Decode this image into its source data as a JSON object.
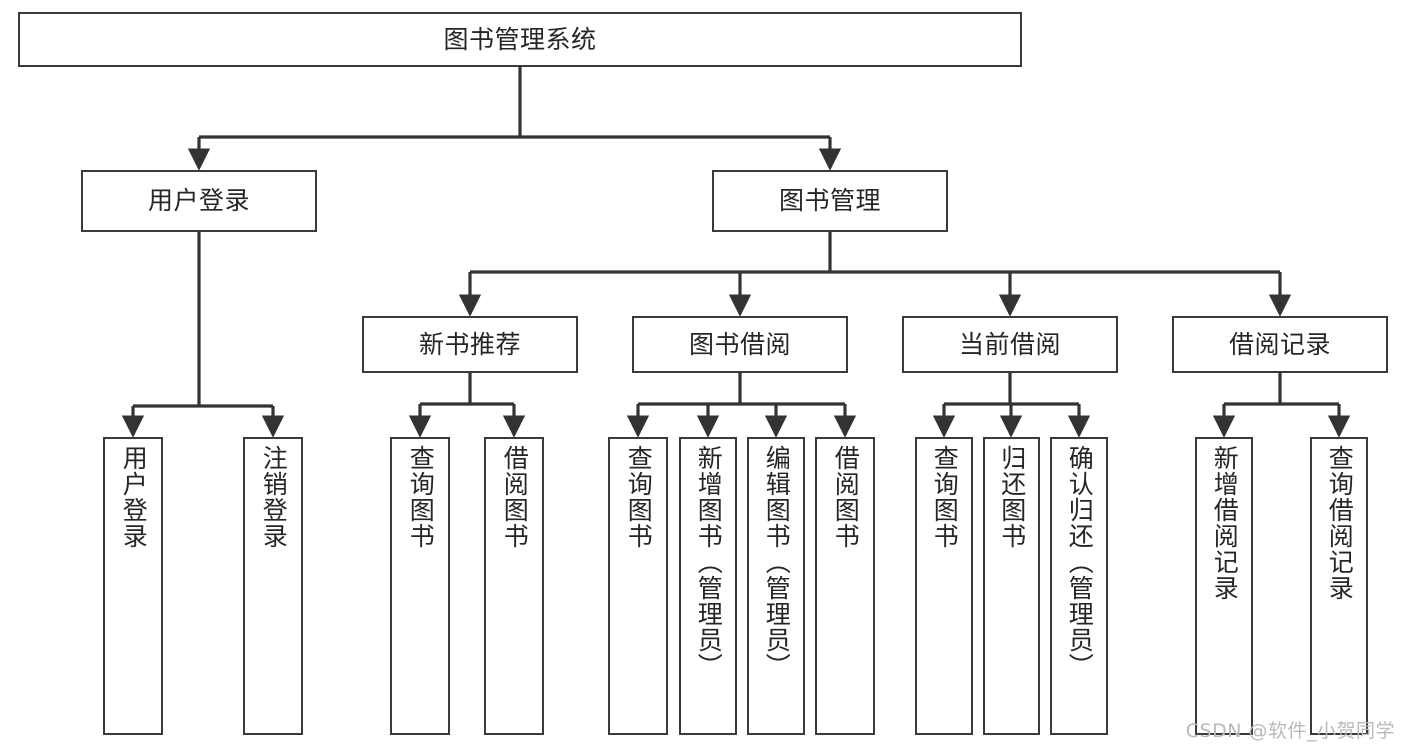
{
  "diagram": {
    "title": "图书管理系统",
    "type": "tree-hierarchy-functional-structure",
    "orientation": "top-down",
    "colors": {
      "box_border": "#3a3a3a",
      "box_fill": "#ffffff",
      "text": "#262626",
      "connector": "#333333",
      "watermark": "#b9b9b9",
      "background": "#ffffff"
    },
    "levels": [
      {
        "level": 1,
        "nodes": [
          {
            "id": "root",
            "label": "图书管理系统"
          }
        ]
      },
      {
        "level": 2,
        "nodes": [
          {
            "id": "login",
            "label": "用户登录",
            "parent": "root"
          },
          {
            "id": "bookmgmt",
            "label": "图书管理",
            "parent": "root"
          }
        ]
      },
      {
        "level": 3,
        "nodes": [
          {
            "id": "newbook",
            "label": "新书推荐",
            "parent": "bookmgmt"
          },
          {
            "id": "borrow",
            "label": "图书借阅",
            "parent": "bookmgmt"
          },
          {
            "id": "current",
            "label": "当前借阅",
            "parent": "bookmgmt"
          },
          {
            "id": "records",
            "label": "借阅记录",
            "parent": "bookmgmt"
          }
        ]
      },
      {
        "level": 4,
        "nodes": [
          {
            "id": "leaf-user-login",
            "label": "用户登录",
            "parent": "login"
          },
          {
            "id": "leaf-user-logout",
            "label": "注销登录",
            "parent": "login"
          },
          {
            "id": "leaf-nb-query",
            "label": "查询图书",
            "parent": "newbook"
          },
          {
            "id": "leaf-nb-borrow",
            "label": "借阅图书",
            "parent": "newbook"
          },
          {
            "id": "leaf-bo-query",
            "label": "查询图书",
            "parent": "borrow"
          },
          {
            "id": "leaf-bo-add",
            "label": "新增图书（管理员）",
            "parent": "borrow"
          },
          {
            "id": "leaf-bo-edit",
            "label": "编辑图书（管理员）",
            "parent": "borrow"
          },
          {
            "id": "leaf-bo-borrow",
            "label": "借阅图书",
            "parent": "borrow"
          },
          {
            "id": "leaf-cu-query",
            "label": "查询图书",
            "parent": "current"
          },
          {
            "id": "leaf-cu-return",
            "label": "归还图书",
            "parent": "current"
          },
          {
            "id": "leaf-cu-confirm",
            "label": "确认归还（管理员）",
            "parent": "current"
          },
          {
            "id": "leaf-re-add",
            "label": "新增借阅记录",
            "parent": "records"
          },
          {
            "id": "leaf-re-query",
            "label": "查询借阅记录",
            "parent": "records"
          }
        ]
      }
    ]
  },
  "watermark": {
    "text": "CSDN @软件_小贺同学"
  }
}
